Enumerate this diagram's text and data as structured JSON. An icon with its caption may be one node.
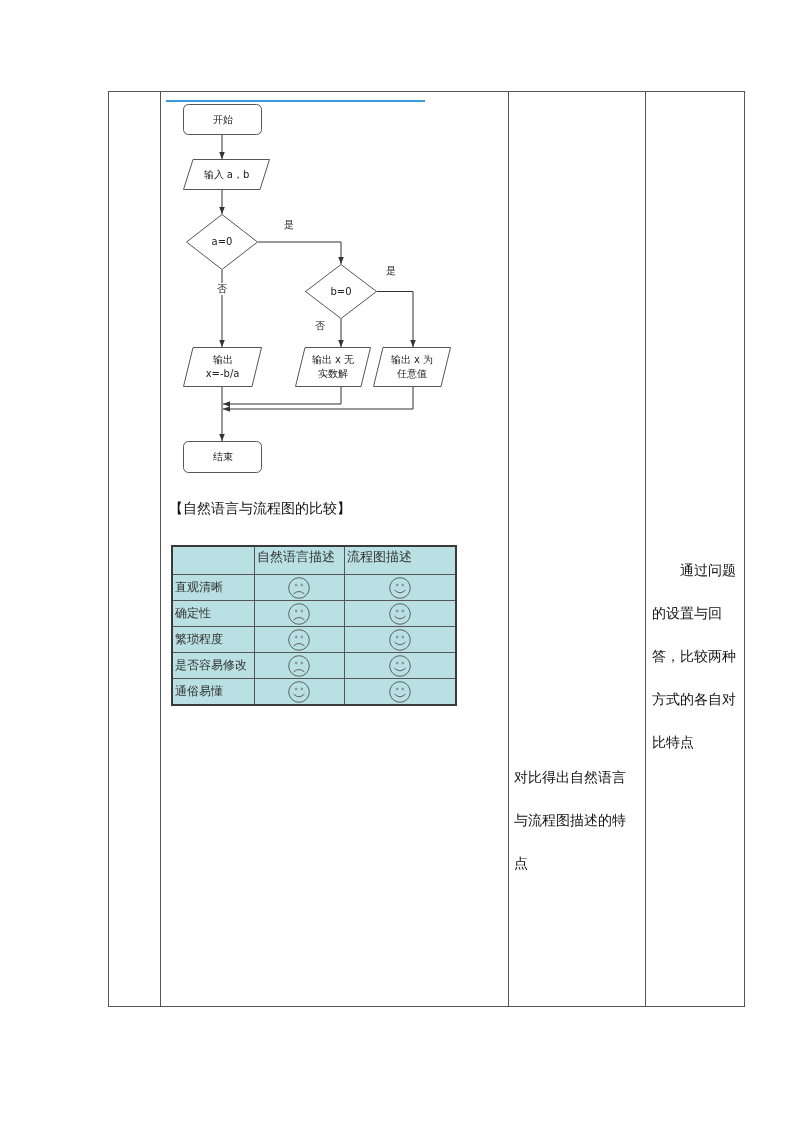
{
  "diagram": {
    "nodes": [
      {
        "text": [
          "开始"
        ]
      },
      {
        "text": [
          "输入 a，b"
        ]
      },
      {
        "text": [
          "a=0"
        ]
      },
      {
        "text": [
          "b=0"
        ]
      },
      {
        "text": [
          "输出 x=-b/a"
        ]
      },
      {
        "text": [
          "输出 x 无实数解"
        ]
      },
      {
        "text": [
          "输出 x 为任意值"
        ]
      },
      {
        "text": [
          "结束"
        ]
      }
    ],
    "edges": [
      {
        "from": 0,
        "to": 1,
        "arrow": "to"
      },
      {
        "from": 1,
        "to": 2,
        "arrow": "to"
      },
      {
        "from": 2,
        "to": 3,
        "arrow": "to",
        "label": "是"
      },
      {
        "from": 2,
        "to": 4,
        "arrow": "to",
        "label": "否"
      },
      {
        "from": 3,
        "to": 5,
        "arrow": "to",
        "label": "否"
      },
      {
        "from": 3,
        "to": 6,
        "arrow": "to",
        "label": "是"
      },
      {
        "from": 4,
        "to": 7,
        "arrow": "to"
      },
      {
        "from": 5,
        "to": 7,
        "arrow": "to"
      },
      {
        "from": 6,
        "to": 7,
        "arrow": "to"
      }
    ],
    "labels": [
      "【自然语言与流程图的比较】",
      "自然语言描述",
      "流程图描述",
      "直观清晰",
      "确定性",
      "繁琐程度",
      "是否容易修改",
      "通俗易懂",
      "对比得出自然语言与流程图描述的特点",
      "通过问题的设置与回答，比较两种方式的各自对比特点"
    ]
  }
}
